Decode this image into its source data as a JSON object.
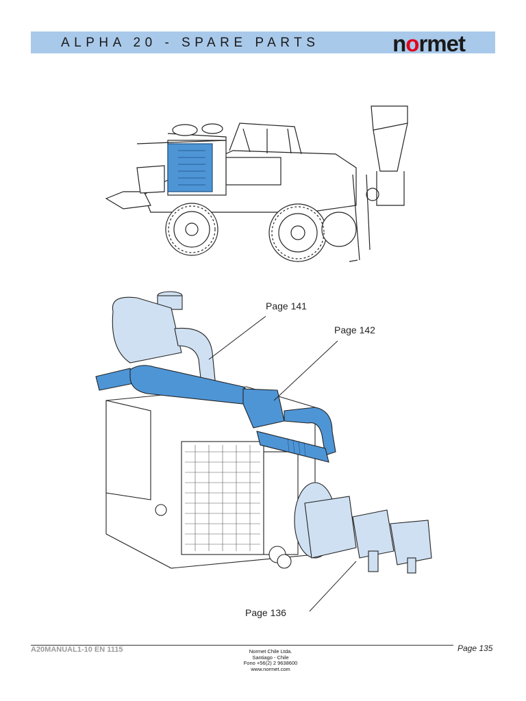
{
  "header": {
    "title": "ALPHA 20 - SPARE PARTS",
    "logo": "normet",
    "logo_accent": "#e2001a"
  },
  "callouts": [
    {
      "label": "Page 141"
    },
    {
      "label": "Page 142"
    },
    {
      "label": "Page 136"
    }
  ],
  "footer": {
    "code": "A20MANUAL1-10 EN 1115",
    "page": "Page 135",
    "address": [
      "Normet Chile Ltda.",
      "Santiago - Chile",
      "Fono +56(2) 2 9638600",
      "www.normet.com"
    ]
  },
  "colors": {
    "header_bg": "#a9c9ea",
    "highlight_dark": "#4e95d6",
    "highlight_light": "#cfe0f2",
    "line": "#222222"
  }
}
